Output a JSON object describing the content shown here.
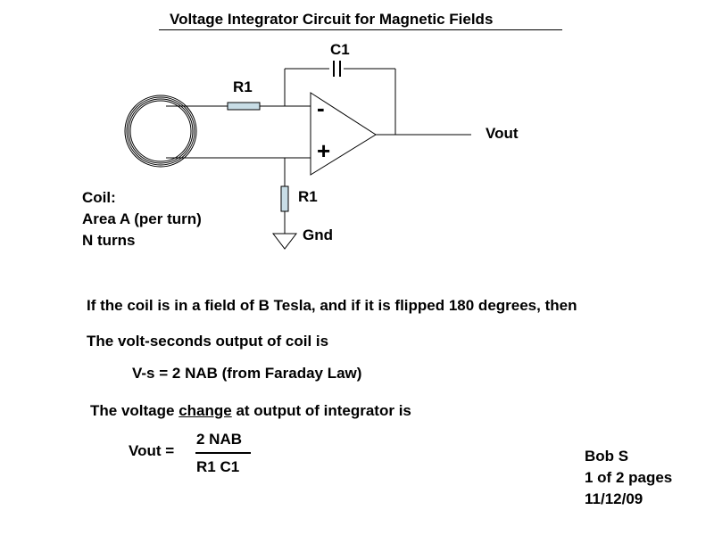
{
  "title": "Voltage Integrator Circuit for Magnetic Fields",
  "circuit": {
    "capacitor_label": "C1",
    "input_resistor_label": "R1",
    "ground_resistor_label": "R1",
    "inverting_sign": "-",
    "noninverting_sign": "+",
    "output_label": "Vout",
    "ground_label": "Gnd",
    "coil_label_lines": [
      "Coil:",
      "Area A (per turn)",
      "N turns"
    ]
  },
  "text": {
    "line1": "If the coil is in a field of B Tesla, and if it is flipped 180 degrees, then",
    "line2": "The volt-seconds output of coil is",
    "line3": "V-s = 2 NAB (from Faraday Law)",
    "line4_pre": "The voltage ",
    "line4_underlined": "change",
    "line4_post": " at output of integrator is"
  },
  "formula": {
    "lhs": "Vout =",
    "numerator": "2 NAB",
    "denominator": "R1 C1"
  },
  "signature": {
    "author": "Bob S",
    "pages": "1 of 2 pages",
    "date": "11/12/09"
  },
  "colors": {
    "resistor_fill": "#c8dde6",
    "ink": "#000000"
  }
}
